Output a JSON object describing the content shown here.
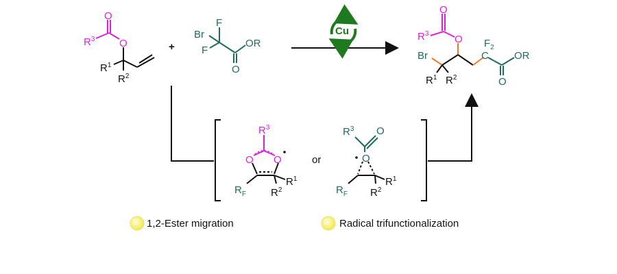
{
  "atoms": {
    "O": "O",
    "R": "R",
    "Br": "Br",
    "F": "F",
    "OR": "OR",
    "C": "C",
    "F2": "F",
    "sub2": "2",
    "RF_sub": "F"
  },
  "superscripts": {
    "one": "1",
    "two": "2",
    "three": "3"
  },
  "operators": {
    "plus": "+",
    "or": "or"
  },
  "catalyst": {
    "label": "Cu"
  },
  "legend": [
    {
      "label": "1,2-Ester migration"
    },
    {
      "label": "Radical trifunctionalization"
    }
  ],
  "colors": {
    "ester": "#e01ee0",
    "fluoro": "#1f6b5c",
    "new_bond": "#f07a22",
    "catalyst": "#1e7a1e",
    "legend_dot": "#f5f07a"
  }
}
